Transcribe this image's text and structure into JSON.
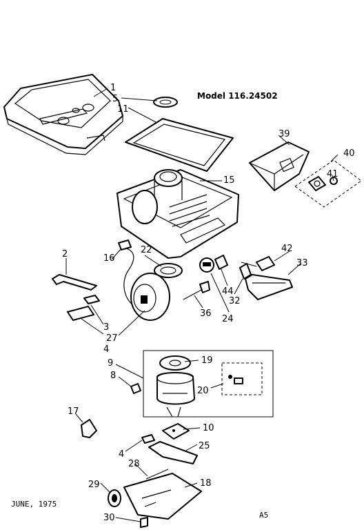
{
  "title": "Model 116.24502",
  "footer": {
    "date": "JUNE, 1975",
    "page": "A5"
  },
  "callouts": [
    "1",
    "5",
    "11",
    "15",
    "39",
    "40",
    "41",
    "42",
    "33",
    "2",
    "16",
    "22",
    "44",
    "32",
    "24",
    "36",
    "3",
    "4",
    "27",
    "9",
    "19",
    "8",
    "20",
    "17",
    "10",
    "4",
    "25",
    "28",
    "18",
    "29",
    "30"
  ]
}
